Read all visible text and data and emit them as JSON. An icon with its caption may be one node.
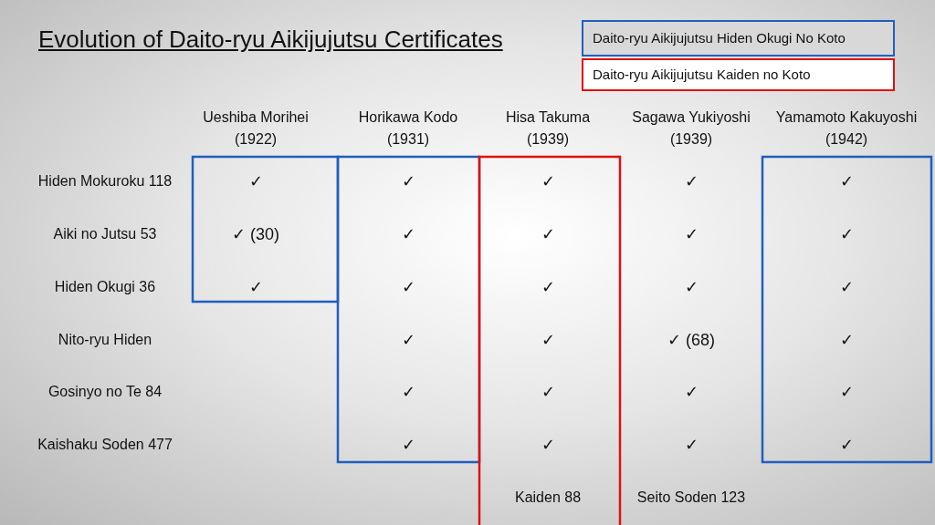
{
  "diagram": {
    "title": "Evolution of Daito-ryu Aikijujutsu Certificates",
    "labels": [
      "Ueshiba Morihei (1922)",
      "Horikawa Kodo (1931)",
      "Hisa Takuma (1939)",
      "Sagawa Yukiyoshi (1939)",
      "Yamamoto Kakuyoshi (1942)",
      "Hiden Mokuroku 118",
      "✓",
      "✓",
      "✓",
      "✓",
      "✓",
      "Aiki no Jutsu 53",
      "✓ (30)",
      "✓",
      "✓",
      "✓",
      "✓",
      "Hiden Okugi 36",
      "✓",
      "✓",
      "✓",
      "✓",
      "✓",
      "Nito-ryu Hiden",
      "✓",
      "✓",
      "✓ (68)",
      "✓",
      "Gosinyo no Te 84",
      "✓",
      "✓",
      "✓",
      "✓",
      "Kaishaku Soden 477",
      "✓",
      "✓",
      "✓",
      "✓",
      "Kaiden 88",
      "Seito Soden 123"
    ],
    "legend": [
      {
        "text": "Daito-ryu Aikijujutsu Hiden Okugi No Koto",
        "color": "#1f5fbf"
      },
      {
        "text": "Daito-ryu Aikijujutsu Kaiden no Koto",
        "color": "#e01010"
      }
    ]
  }
}
